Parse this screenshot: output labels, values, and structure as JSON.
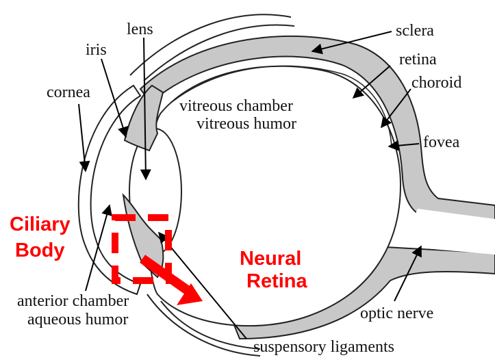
{
  "labels": {
    "lens": "lens",
    "iris": "iris",
    "cornea": "cornea",
    "sclera": "sclera",
    "retina": "retina",
    "choroid": "choroid",
    "fovea": "fovea",
    "vitreous_chamber": "vitreous chamber",
    "vitreous_humor": "vitreous humor",
    "anterior_chamber": "anterior chamber",
    "aqueous_humor": "aqueous humor",
    "optic_nerve": "optic nerve",
    "suspensory_ligaments": "suspensory ligaments"
  },
  "highlights": {
    "ciliary_body_line1": "Ciliary",
    "ciliary_body_line2": "Body",
    "neural_retina_line1": "Neural",
    "neural_retina_line2": "Retina"
  },
  "colors": {
    "highlight_red": "#ff0000",
    "tissue_gray": "#c8c8c8",
    "outline": "#222222"
  }
}
